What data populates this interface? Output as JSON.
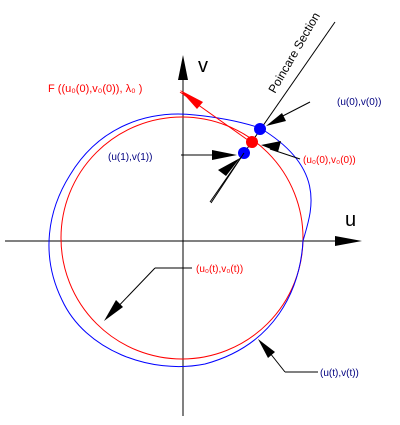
{
  "axes": {
    "u_label": "u",
    "v_label": "v"
  },
  "section": {
    "label": "Poincare Section"
  },
  "labels": {
    "u0_v0_point": "(u(0),v(0))",
    "u1_v1_point": "(u(1),v(1))",
    "u0sub_v0sub_point": "(u₀(0),v₀(0))",
    "flow_field": "F ((u₀(0),v₀(0)), λ₀ )",
    "ref_orbit": "(u₀(t),v₀(t))",
    "perturbed_orbit": "(u(t),v(t))"
  },
  "colors": {
    "reference_orbit": "#ff0000",
    "perturbed_orbit": "#0000ff",
    "section_point": "#0000ff",
    "fixed_point": "#ff0000",
    "axis": "#000000",
    "leader": "#000000",
    "label_red": "#ff0000",
    "label_blue": "#000080"
  }
}
